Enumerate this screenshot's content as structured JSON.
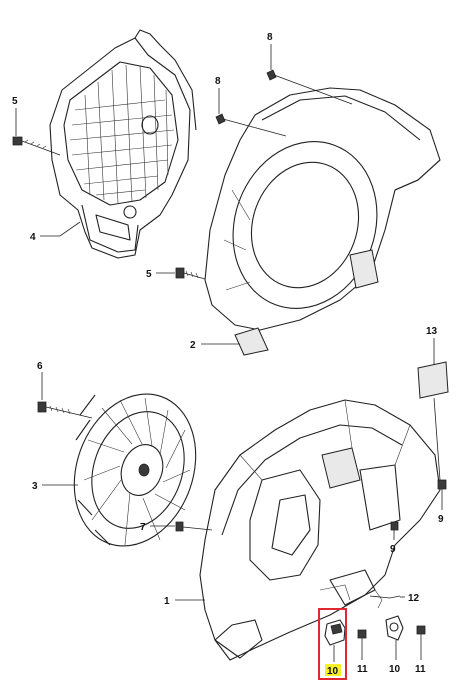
{
  "callouts": {
    "c1": "1",
    "c2": "2",
    "c3": "3",
    "c4": "4",
    "c5a": "5",
    "c5b": "5",
    "c6": "6",
    "c7": "7",
    "c8a": "8",
    "c8b": "8",
    "c9a": "9",
    "c9b": "9",
    "c10a": "10",
    "c10b": "10",
    "c11a": "11",
    "c11b": "11",
    "c12": "12",
    "c13": "13"
  },
  "highlight": {
    "part": "10",
    "box_color": "#e0282e",
    "fill_color": "#f6f02a"
  }
}
